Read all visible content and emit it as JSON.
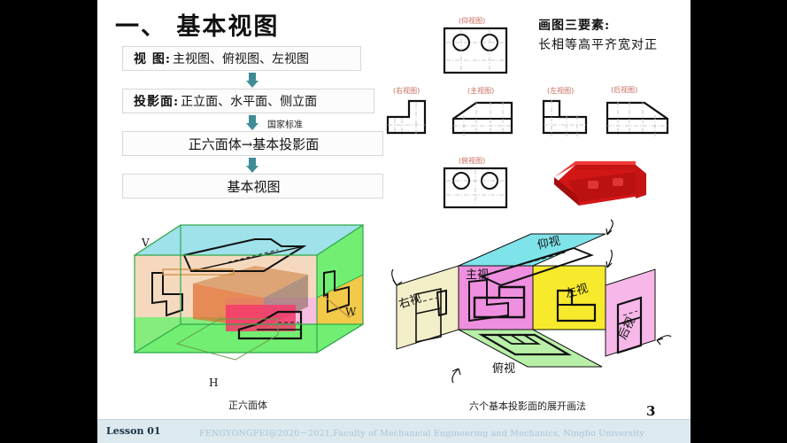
{
  "slide": {
    "heading": "一、 基本视图",
    "page_number": "3",
    "flow": [
      {
        "lead": "视 图:",
        "rest": "主视图、俯视图、左视图"
      },
      {
        "lead": "投影面:",
        "rest": "正立面、水平面、侧立面"
      },
      {
        "lead": "",
        "rest": "正六面体→基本投影面"
      },
      {
        "lead": "",
        "rest": "基本视图"
      }
    ],
    "arrow_note": "国家标准",
    "right_header": {
      "line1": "画图三要素:",
      "line2": "长相等高平齐宽对正"
    },
    "projection_labels": {
      "top": "(仰视图)",
      "right_view": "(右视图)",
      "front_view": "(主视图)",
      "left_view": "(左视图)",
      "rear_view": "(后视图)",
      "bottom": "(俯视图)"
    },
    "cube_labels": {
      "v": "V",
      "w": "W",
      "h": "H"
    },
    "unfolded_labels": {
      "up": "仰视",
      "right": "右视",
      "front": "主视",
      "left": "左视",
      "rear": "后视",
      "down": "俯视"
    },
    "captions": {
      "left": "正六面体",
      "right": "六个基本投影面的展开画法"
    },
    "footer": {
      "lesson": "Lesson 01",
      "credit": "FENGYONGFEI@2020－2021,Faculty of Mechanical Engineering and Mechanics, Ningbo University"
    },
    "colors": {
      "arrow": "#3f8c95",
      "label_red": "#c96a5e",
      "footer_bg": "#dce9ef",
      "solid_red": "#cc1111",
      "cyan": "#7fe3ea",
      "magenta": "#ef8fe0",
      "yellow": "#f7ea2c",
      "green": "#7ff07f",
      "cream": "#f2eec8",
      "pink": "#f7b7e8"
    }
  }
}
